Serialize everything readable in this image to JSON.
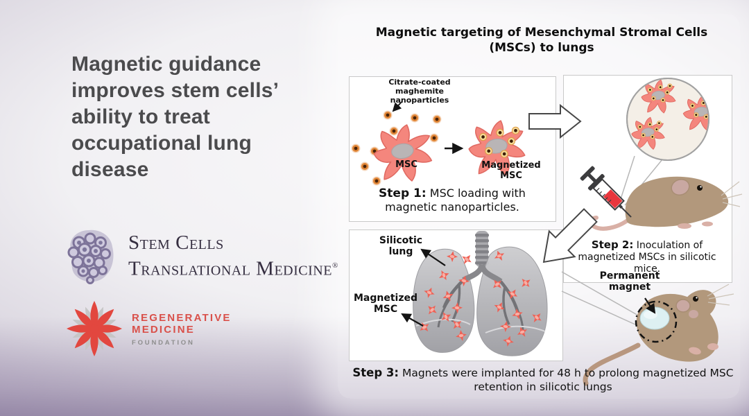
{
  "headline": {
    "lines": [
      "Magnetic guidance",
      "improves stem cells’",
      "ability to treat",
      "occupational lung",
      "disease"
    ]
  },
  "logos": {
    "journal": {
      "line1": "Stem Cells",
      "line2": "Translational Medicine",
      "reg": "®"
    },
    "foundation": {
      "line1": "REGENERATIVE",
      "line2": "MEDICINE",
      "line3": "FOUNDATION"
    }
  },
  "figure": {
    "title_line1": "Magnetic targeting of Mesenchymal Stromal Cells",
    "title_line2": "(MSCs) to lungs",
    "step1": {
      "nanoparticle_label": "Citrate-coated maghemite nanoparticles",
      "msc_label": "MSC",
      "magnetized_msc_label": "Magnetized MSC",
      "caption_bold": "Step 1:",
      "caption_rest": " MSC loading with magnetic nanoparticles."
    },
    "step2": {
      "caption_bold": "Step 2:",
      "caption_rest": " Inoculation of magnetized MSCs in silicotic mice."
    },
    "step3": {
      "silicotic_lung_label": "Silicotic lung",
      "magnetized_msc_label": "Magnetized MSC",
      "permanent_magnet_label": "Permanent magnet",
      "caption_bold": "Step 3:",
      "caption_rest": " Magnets were implanted for 48 h to prolong magnetized MSC retention in silicotic lungs"
    }
  },
  "colors": {
    "accent_red": "#e2473f",
    "cell_pink": "#f4867d",
    "nanoparticle_orange": "#e08434",
    "mouse_tan": "#b2987c",
    "magnet_blue": "#ddf0f2",
    "headline_gray": "#4b4b4d",
    "logo_purple": "#8d85a8",
    "lung_gray": "#b4b4b8"
  }
}
